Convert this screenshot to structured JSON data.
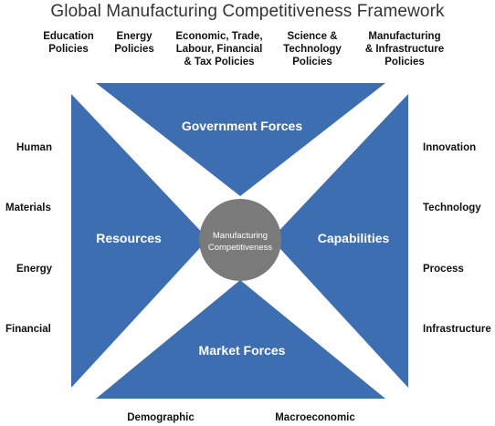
{
  "title": "Global Manufacturing Competitiveness Framework",
  "policies": [
    {
      "lines": [
        "Education",
        "Policies"
      ]
    },
    {
      "lines": [
        "Energy",
        "Policies"
      ]
    },
    {
      "lines": [
        "Economic, Trade,",
        "Labour, Financial",
        "& Tax Policies"
      ]
    },
    {
      "lines": [
        "Science &",
        "Technology",
        "Policies"
      ]
    },
    {
      "lines": [
        "Manufacturing",
        "& Infrastructure",
        "Policies"
      ]
    }
  ],
  "left_items": [
    "Human",
    "Materials",
    "Energy",
    "Financial"
  ],
  "right_items": [
    "Innovation",
    "Technology",
    "Process",
    "Infrastructure"
  ],
  "bottom_items": [
    "Demographic",
    "Macroeconomic"
  ],
  "forces": {
    "top": "Government Forces",
    "left": "Resources",
    "right": "Capabilities",
    "bottom": "Market Forces"
  },
  "center": {
    "lines": [
      "Manufacturing",
      "Competitiveness"
    ]
  },
  "colors": {
    "triangle": "#3e6eb2",
    "center": "#7a7a7a"
  }
}
